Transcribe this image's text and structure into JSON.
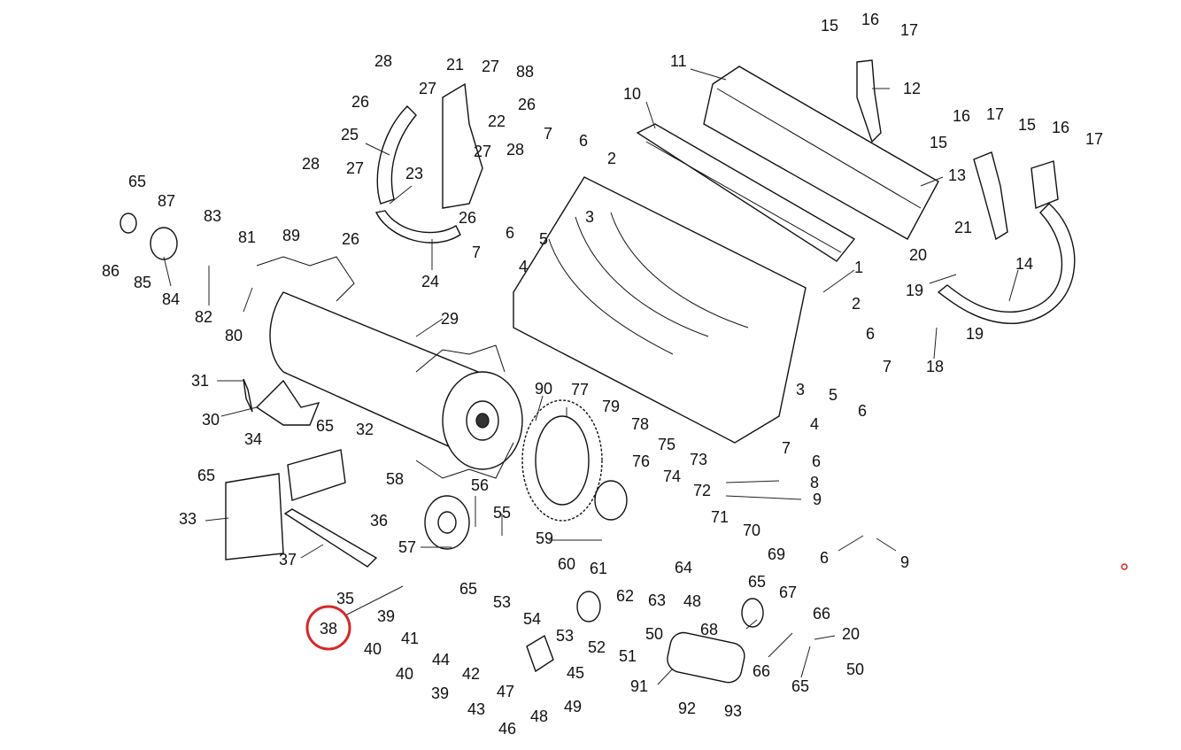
{
  "diagram": {
    "highlight_color": "#d62728",
    "highlighted_part": "38",
    "labels": {
      "l1": "1",
      "l2a": "2",
      "l2b": "2",
      "l3a": "3",
      "l3b": "3",
      "l4a": "4",
      "l4b": "4",
      "l5a": "5",
      "l5b": "5",
      "l6a": "6",
      "l6b": "6",
      "l6c": "6",
      "l6d": "6",
      "l6e": "6",
      "l6f": "6",
      "l7a": "7",
      "l7b": "7",
      "l7c": "7",
      "l7d": "7",
      "l8": "8",
      "l9a": "9",
      "l9b": "9",
      "l10": "10",
      "l11": "11",
      "l12": "12",
      "l13": "13",
      "l14": "14",
      "l15a": "15",
      "l15b": "15",
      "l15c": "15",
      "l16a": "16",
      "l16b": "16",
      "l16c": "16",
      "l17a": "17",
      "l17b": "17",
      "l17c": "17",
      "l18": "18",
      "l19a": "19",
      "l19b": "19",
      "l20a": "20",
      "l20b": "20",
      "l21a": "21",
      "l21b": "21",
      "l22": "22",
      "l23": "23",
      "l24": "24",
      "l25": "25",
      "l26a": "26",
      "l26b": "26",
      "l26c": "26",
      "l26d": "26",
      "l27a": "27",
      "l27b": "27",
      "l27c": "27",
      "l27d": "27",
      "l28a": "28",
      "l28b": "28",
      "l28c": "28",
      "l29": "29",
      "l30": "30",
      "l31": "31",
      "l32": "32",
      "l33": "33",
      "l34": "34",
      "l35": "35",
      "l36": "36",
      "l37": "37",
      "l38": "38",
      "l39a": "39",
      "l39b": "39",
      "l40a": "40",
      "l40b": "40",
      "l41": "41",
      "l42": "42",
      "l43": "43",
      "l44": "44",
      "l45": "45",
      "l46": "46",
      "l47": "47",
      "l48a": "48",
      "l48b": "48",
      "l49": "49",
      "l50a": "50",
      "l50b": "50",
      "l51": "51",
      "l52": "52",
      "l53a": "53",
      "l53b": "53",
      "l54": "54",
      "l55": "55",
      "l56": "56",
      "l57": "57",
      "l58": "58",
      "l59": "59",
      "l60": "60",
      "l61": "61",
      "l62": "62",
      "l63": "63",
      "l64": "64",
      "l65a": "65",
      "l65b": "65",
      "l65c": "65",
      "l65d": "65",
      "l65e": "65",
      "l65f": "65",
      "l66a": "66",
      "l66b": "66",
      "l67": "67",
      "l68": "68",
      "l69": "69",
      "l70": "70",
      "l71": "71",
      "l72": "72",
      "l73": "73",
      "l74": "74",
      "l75": "75",
      "l76": "76",
      "l77": "77",
      "l78": "78",
      "l79": "79",
      "l80": "80",
      "l81": "81",
      "l82": "82",
      "l83": "83",
      "l84": "84",
      "l85": "85",
      "l86": "86",
      "l87": "87",
      "l88": "88",
      "l89": "89",
      "l90": "90",
      "l91": "91",
      "l92": "92",
      "l93": "93"
    }
  }
}
